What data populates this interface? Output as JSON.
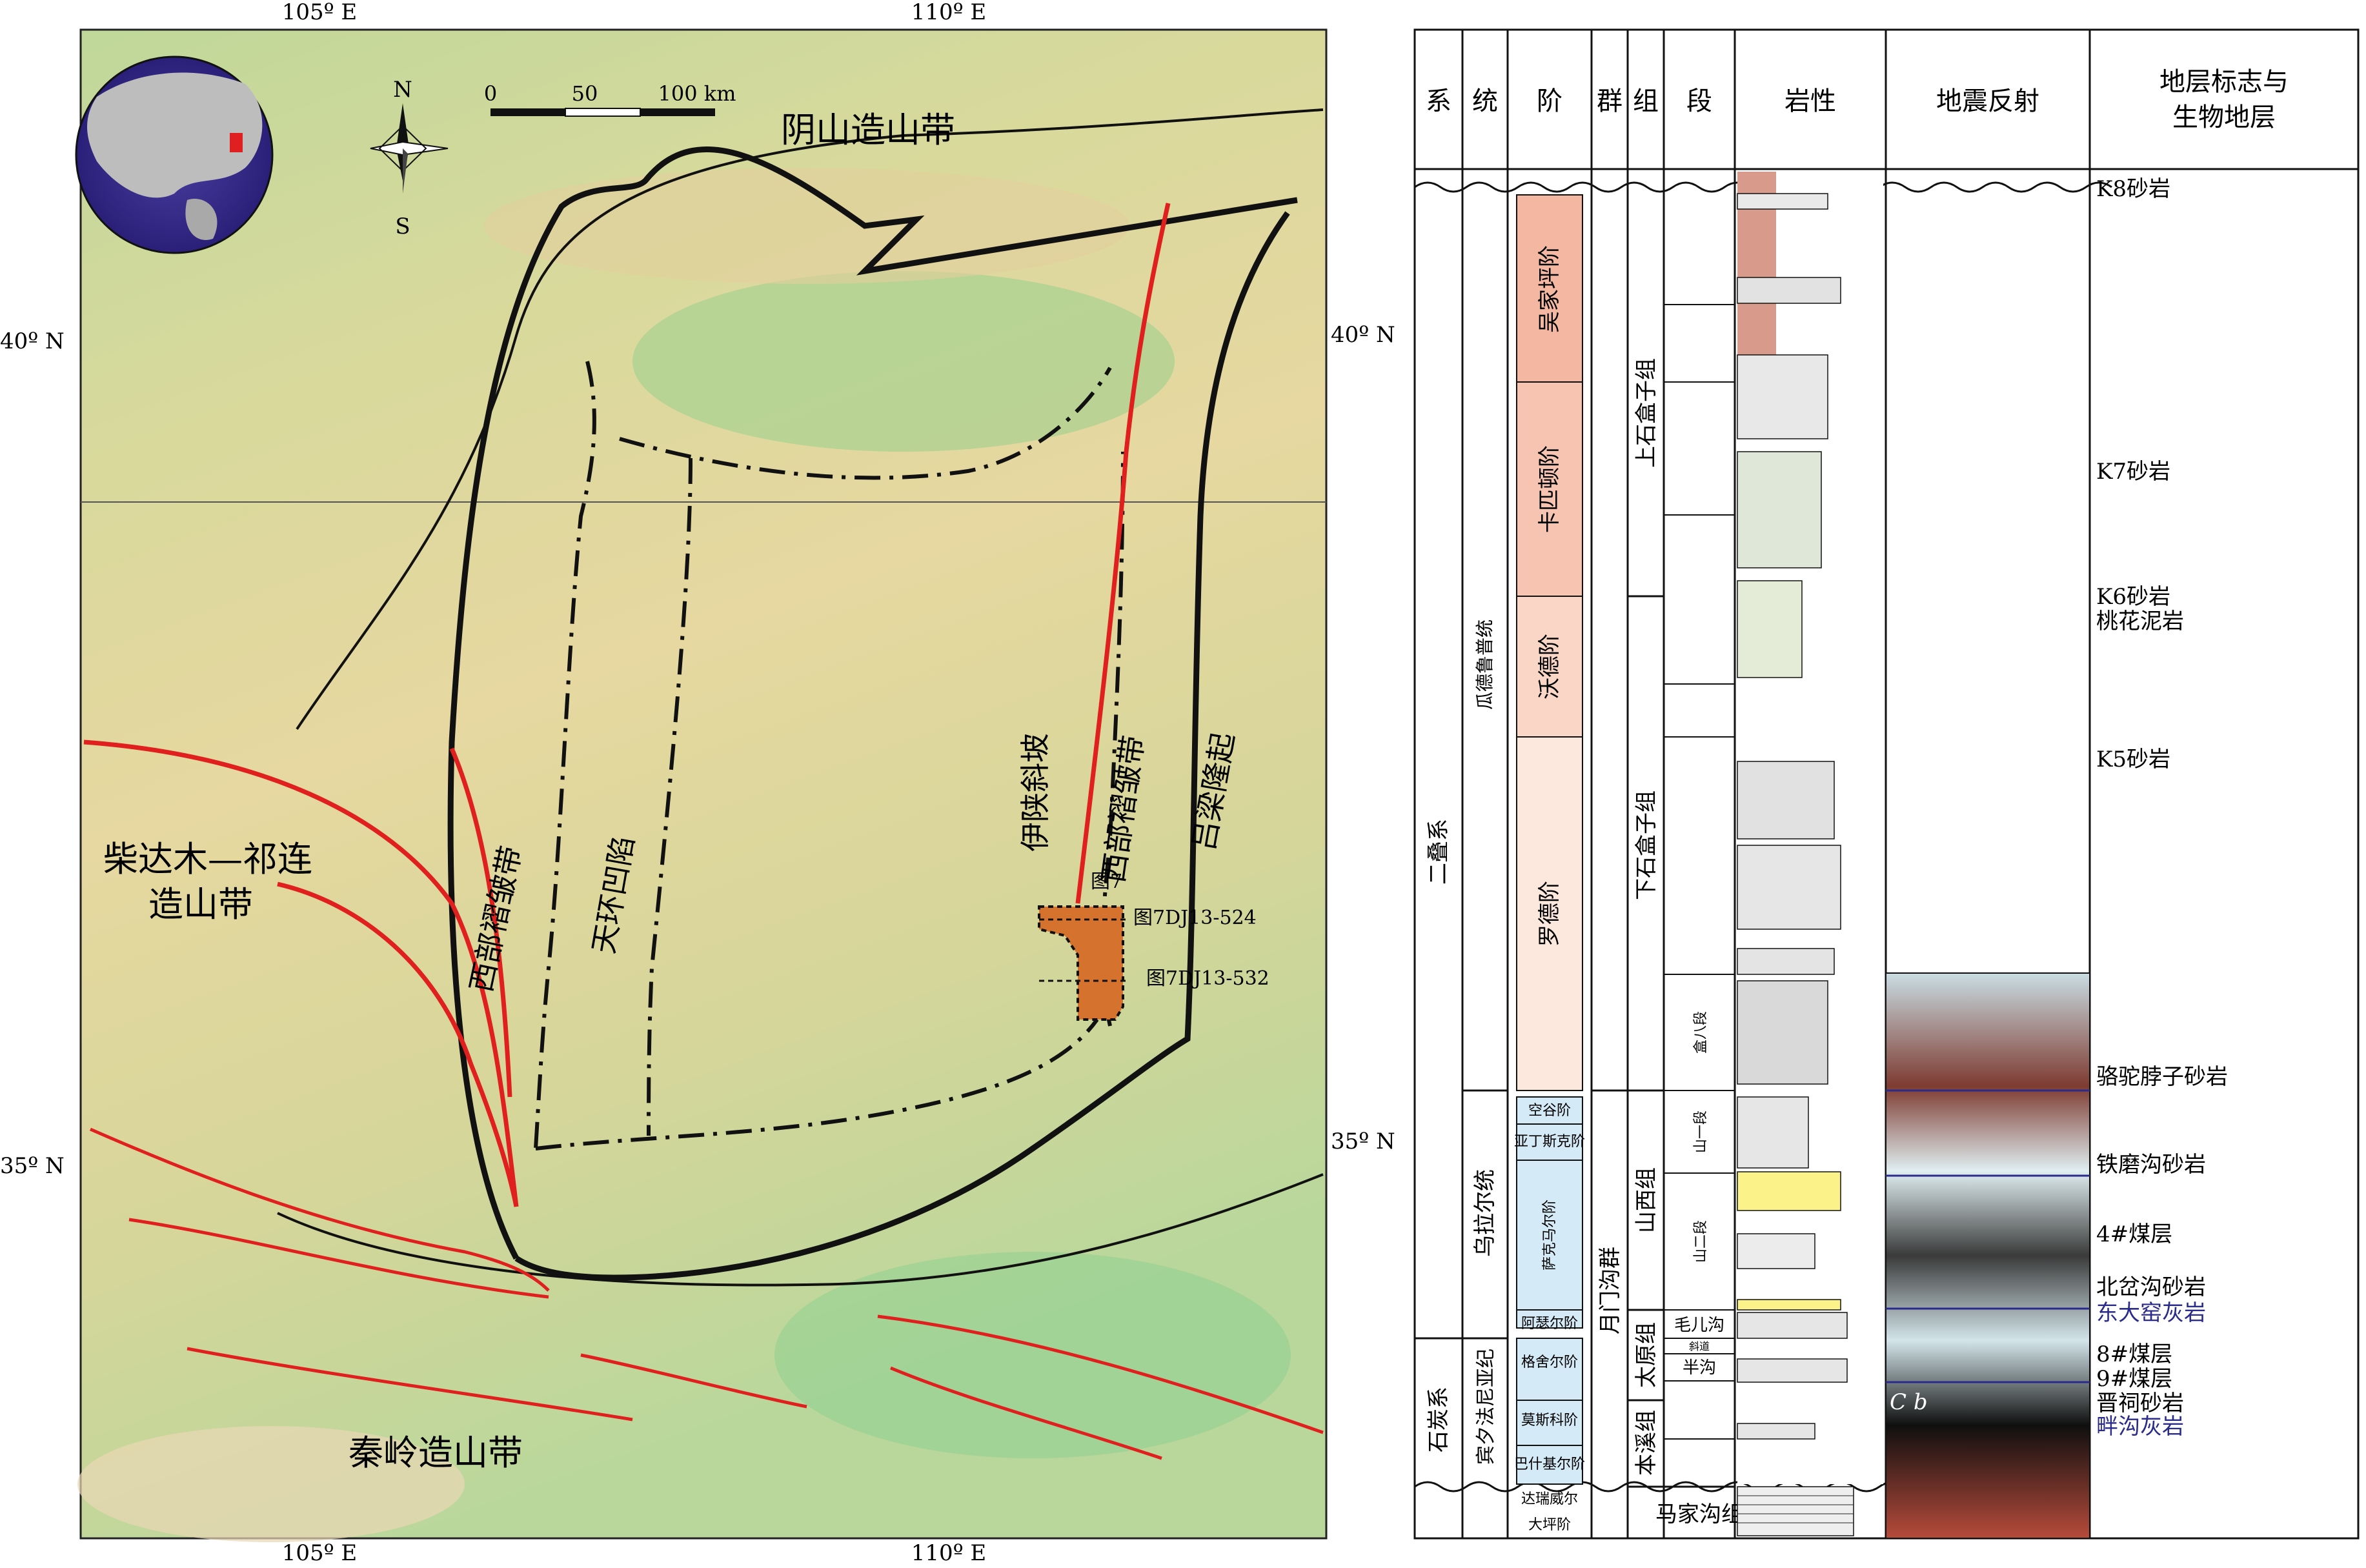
{
  "map": {
    "lon_labels_top": [
      "105º E",
      "110º E"
    ],
    "lon_labels_bottom": [
      "105º E",
      "110º E"
    ],
    "lat_labels_left": [
      "40º N",
      "35º N"
    ],
    "lat_labels_right": [
      "40º N",
      "35º N"
    ],
    "compass": {
      "north": "N",
      "south": "S"
    },
    "scale_bar": {
      "ticks": [
        "0",
        "50",
        "100 km"
      ]
    },
    "regions": {
      "yinshan": "阴山造山带",
      "qaidam_line1": "柴达木—祁连",
      "qaidam_line2": "造山带",
      "qinling": "秦岭造山带",
      "west_fold_left": "西部褶皱带",
      "tianhuan": "天环凹陷",
      "yishan": "伊陕斜坡",
      "west_fold_right": "西部褶皱带",
      "luliang": "吕梁隆起"
    },
    "figure_refs": {
      "fig_top": "图7",
      "fig_a": "图7DJ13-524",
      "fig_b": "图7DJ13-532"
    }
  },
  "column": {
    "headers": {
      "xi": "系",
      "tong": "统",
      "jie": "阶",
      "qun": "群",
      "zu": "组",
      "duan": "段",
      "yanxing": "岩性",
      "dizhen": "地震反射",
      "marker_line1": "地层标志与",
      "marker_line2": "生物地层"
    },
    "systems": {
      "permian": "二叠系",
      "carboniferous": "石炭系"
    },
    "series": {
      "guadalupian": "瓜德鲁普统",
      "cisuralian": "乌拉尔统",
      "pennsylvanian": "宾夕法尼亚纪"
    },
    "stages": {
      "wujiaping": "吴家坪阶",
      "capitanian": "卡匹顿阶",
      "wordian": "沃德阶",
      "roadian": "罗德阶",
      "kungurian": "空谷阶",
      "artinskian": "亚丁斯克阶",
      "sakmarian": "萨克马尔阶",
      "asselian": "阿瑟尔阶",
      "gzhelian": "格舍尔阶",
      "kasimovian": "莫斯科阶",
      "bashkirian": "巴什基尔阶",
      "serpukhovian": "达瑞威尔",
      "dapingian": "大坪阶"
    },
    "group": {
      "yuemengou": "月门沟群"
    },
    "formations": {
      "upper_shihezi": "上石盒子组",
      "lower_shihezi": "下石盒子组",
      "shanxi": "山西组",
      "taiyuan": "太原组",
      "benxi": "本溪组",
      "majiagou": "马家沟组"
    },
    "members": {
      "he8": "盒八段",
      "shan1": "山一段",
      "shan2": "山二段",
      "maoergou": "毛儿沟",
      "xiejia": "斜道",
      "bangou": "半沟"
    },
    "markers": {
      "k8": "K8砂岩",
      "k7": "K7砂岩",
      "k6": "K6砂岩",
      "taohua": "桃花泥岩",
      "k5": "K5砂岩",
      "luotuo": "骆驼脖子砂岩",
      "tiemogou": "铁磨沟砂岩",
      "coal4": "4#煤层",
      "beichagou": "北岔沟砂岩",
      "dongdayao": "东大窑灰岩",
      "coal8": "8#煤层",
      "coal9": "9#煤层",
      "jinci": "晋祠砂岩",
      "pangou": "畔沟灰岩"
    },
    "seismic_label": "C b",
    "colors": {
      "stage_fill_top": "#f4b8a2",
      "stage_fill_mid": "#f9d6c6",
      "cisuralian_fill": "#d4eaf6",
      "marker_blue": "#2b2b8c"
    }
  }
}
